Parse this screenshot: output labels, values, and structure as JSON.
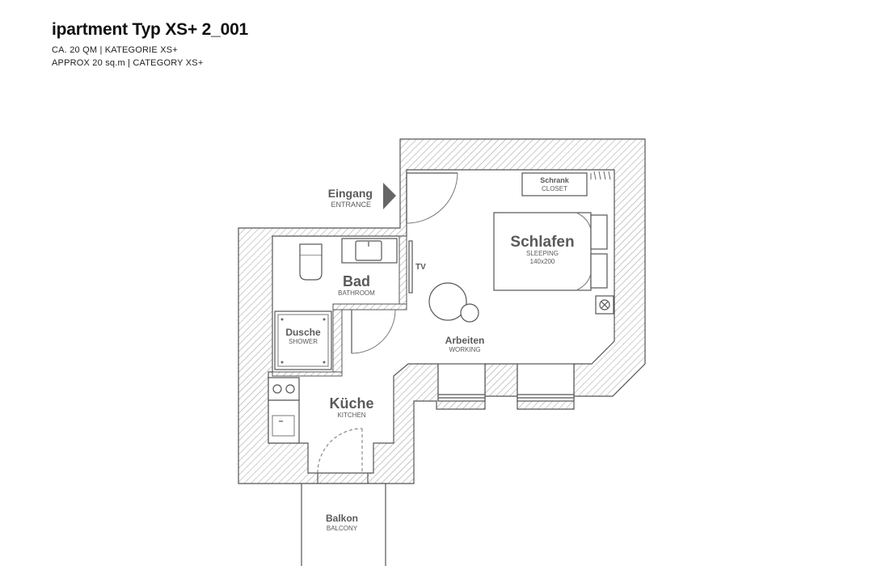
{
  "header": {
    "title": "ipartment Typ XS+ 2_001",
    "line1": "CA. 20 QM | KATEGORIE XS+",
    "line2": "APPROX 20 sq.m | CATEGORY XS+"
  },
  "rooms": {
    "entrance": {
      "name": "Eingang",
      "sub": "ENTRANCE"
    },
    "closet": {
      "name": "Schrank",
      "sub": "CLOSET"
    },
    "sleeping": {
      "name": "Schlafen",
      "sub": "SLEEPING",
      "size": "140x200"
    },
    "tv": {
      "name": "TV"
    },
    "bathroom": {
      "name": "Bad",
      "sub": "BATHROOM"
    },
    "shower": {
      "name": "Dusche",
      "sub": "SHOWER"
    },
    "working": {
      "name": "Arbeiten",
      "sub": "WORKING"
    },
    "kitchen": {
      "name": "Küche",
      "sub": "KITCHEN"
    },
    "balcony": {
      "name": "Balkon",
      "sub": "BALCONY"
    }
  },
  "colors": {
    "wall_hatch": "#9a9a9a",
    "outline": "#555555",
    "label": "#5a5a5a",
    "entrance_arrow": "#666666"
  }
}
